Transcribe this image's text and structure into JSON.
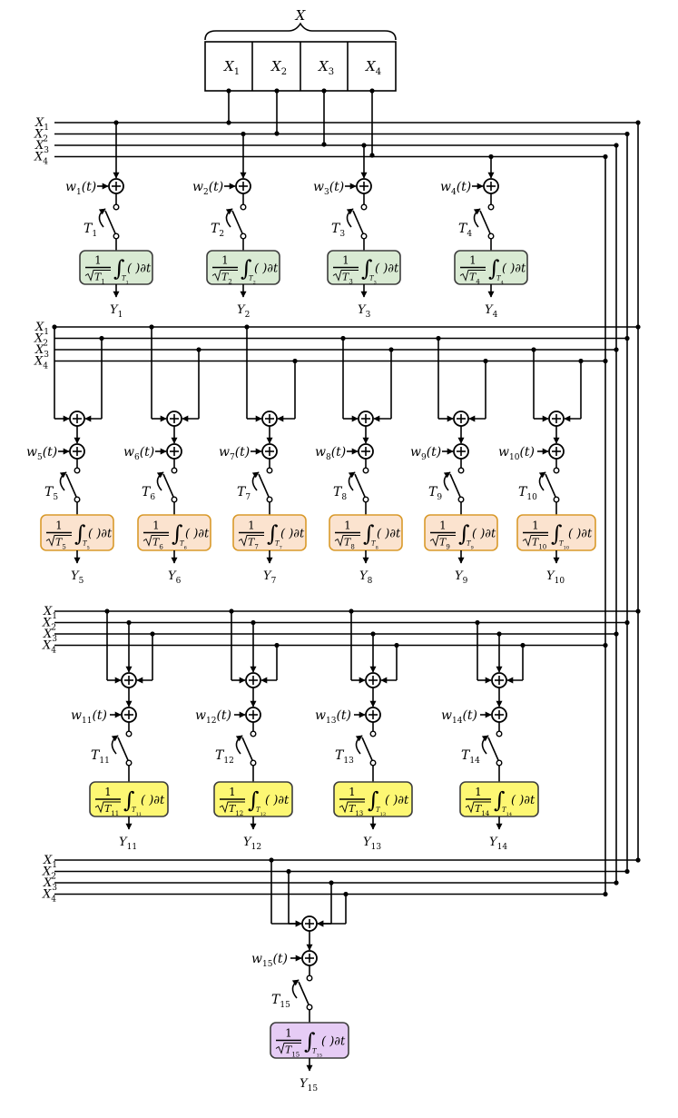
{
  "input_bus": {
    "label": "X",
    "cells": [
      "X",
      "X",
      "X",
      "X"
    ],
    "subs": [
      "1",
      "2",
      "3",
      "4"
    ]
  },
  "bus_labels": [
    "X",
    "X",
    "X",
    "X"
  ],
  "bus_subs": [
    "1",
    "2",
    "3",
    "4"
  ],
  "integrator_numerator": "1",
  "integrator_tail": "( )∂t",
  "colors": {
    "group1_fill": "#d9ead3",
    "group1_stroke": "#3d3d3d",
    "group2_fill": "#fbe3cf",
    "group2_stroke": "#d99a2b",
    "group3_fill": "#fdf773",
    "group3_stroke": "#3d3d3d",
    "group4_fill": "#e6ccf5",
    "group4_stroke": "#3d3d3d"
  },
  "units": [
    {
      "w": "w",
      "idx": "1",
      "T": "T",
      "y": "Y",
      "inputs": [
        "1"
      ]
    },
    {
      "w": "w",
      "idx": "2",
      "T": "T",
      "y": "Y",
      "inputs": [
        "2"
      ]
    },
    {
      "w": "w",
      "idx": "3",
      "T": "T",
      "y": "Y",
      "inputs": [
        "3"
      ]
    },
    {
      "w": "w",
      "idx": "4",
      "T": "T",
      "y": "Y",
      "inputs": [
        "4"
      ]
    },
    {
      "w": "w",
      "idx": "5",
      "T": "T",
      "y": "Y",
      "inputs": [
        "1",
        "2"
      ]
    },
    {
      "w": "w",
      "idx": "6",
      "T": "T",
      "y": "Y",
      "inputs": [
        "1",
        "3"
      ]
    },
    {
      "w": "w",
      "idx": "7",
      "T": "T",
      "y": "Y",
      "inputs": [
        "1",
        "4"
      ]
    },
    {
      "w": "w",
      "idx": "8",
      "T": "T",
      "y": "Y",
      "inputs": [
        "2",
        "3"
      ]
    },
    {
      "w": "w",
      "idx": "9",
      "T": "T",
      "y": "Y",
      "inputs": [
        "2",
        "4"
      ]
    },
    {
      "w": "w",
      "idx": "10",
      "T": "T",
      "y": "Y",
      "inputs": [
        "3",
        "4"
      ]
    },
    {
      "w": "w",
      "idx": "11",
      "T": "T",
      "y": "Y",
      "inputs": [
        "1",
        "2",
        "3"
      ]
    },
    {
      "w": "w",
      "idx": "12",
      "T": "T",
      "y": "Y",
      "inputs": [
        "1",
        "2",
        "4"
      ]
    },
    {
      "w": "w",
      "idx": "13",
      "T": "T",
      "y": "Y",
      "inputs": [
        "1",
        "3",
        "4"
      ]
    },
    {
      "w": "w",
      "idx": "14",
      "T": "T",
      "y": "Y",
      "inputs": [
        "2",
        "3",
        "4"
      ]
    },
    {
      "w": "w",
      "idx": "15",
      "T": "T",
      "y": "Y",
      "inputs": [
        "1",
        "2",
        "3",
        "4"
      ]
    }
  ]
}
